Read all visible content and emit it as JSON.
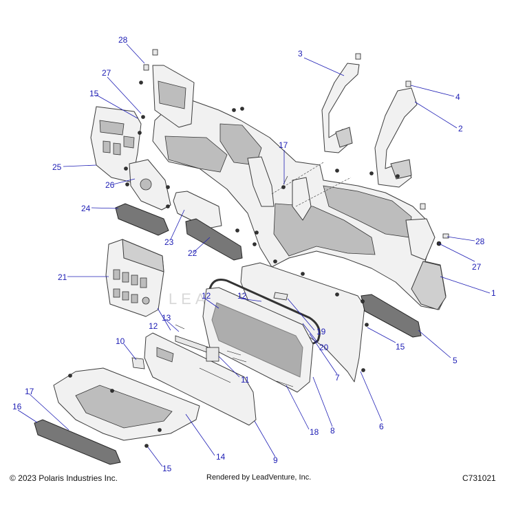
{
  "footer": {
    "copyright": "© 2023 Polaris Industries Inc.",
    "rendered_by": "Rendered by LeadVenture, Inc.",
    "diagram_code": "C731021"
  },
  "watermark": "LEADVENTURE",
  "colors": {
    "callout": "#1c1cb4",
    "part_outline": "#3a3a3a",
    "part_fill": "#f1f1f1"
  },
  "callouts": [
    {
      "id": "c1",
      "label": "1"
    },
    {
      "id": "c2",
      "label": "2"
    },
    {
      "id": "c3",
      "label": "3"
    },
    {
      "id": "c4",
      "label": "4"
    },
    {
      "id": "c5",
      "label": "5"
    },
    {
      "id": "c6",
      "label": "6"
    },
    {
      "id": "c7",
      "label": "7"
    },
    {
      "id": "c8",
      "label": "8"
    },
    {
      "id": "c9",
      "label": "9"
    },
    {
      "id": "c10",
      "label": "10"
    },
    {
      "id": "c11",
      "label": "11"
    },
    {
      "id": "c12a",
      "label": "12"
    },
    {
      "id": "c12b",
      "label": "12"
    },
    {
      "id": "c12c",
      "label": "12"
    },
    {
      "id": "c13",
      "label": "13"
    },
    {
      "id": "c14",
      "label": "14"
    },
    {
      "id": "c15a",
      "label": "15"
    },
    {
      "id": "c15b",
      "label": "15"
    },
    {
      "id": "c15c",
      "label": "15"
    },
    {
      "id": "c16",
      "label": "16"
    },
    {
      "id": "c17a",
      "label": "17"
    },
    {
      "id": "c17b",
      "label": "17"
    },
    {
      "id": "c18",
      "label": "18"
    },
    {
      "id": "c19",
      "label": "19"
    },
    {
      "id": "c20",
      "label": "20"
    },
    {
      "id": "c21",
      "label": "21"
    },
    {
      "id": "c22",
      "label": "22"
    },
    {
      "id": "c23",
      "label": "23"
    },
    {
      "id": "c24",
      "label": "24"
    },
    {
      "id": "c25",
      "label": "25"
    },
    {
      "id": "c26",
      "label": "26"
    },
    {
      "id": "c27a",
      "label": "27"
    },
    {
      "id": "c27b",
      "label": "27"
    },
    {
      "id": "c28a",
      "label": "28"
    },
    {
      "id": "c28b",
      "label": "28"
    }
  ]
}
